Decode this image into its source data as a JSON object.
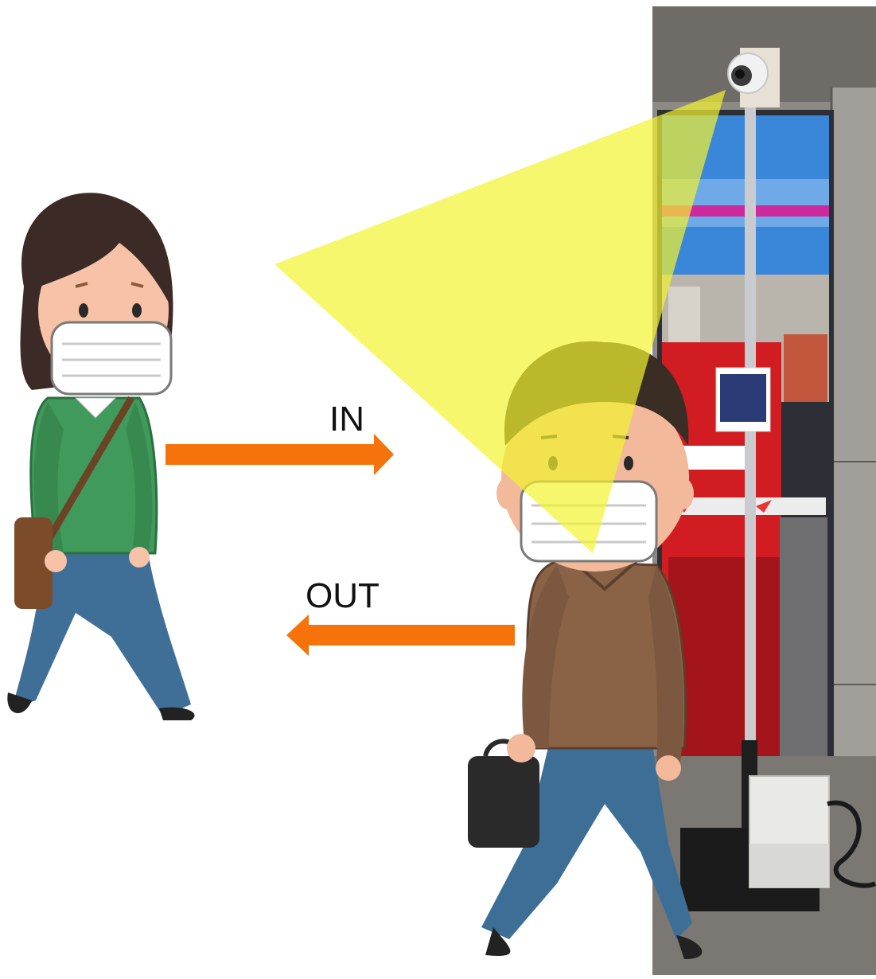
{
  "diagram": {
    "flow_labels": {
      "in": "IN",
      "out": "OUT"
    },
    "colors": {
      "arrow": "#f5730a",
      "camera_view_cone": "#f4f430",
      "background": "#ffffff"
    },
    "elements": {
      "left_person": "woman-with-mask-walking-icon",
      "right_person": "man-with-mask-walking-icon",
      "device": "counting-camera-pole-photo",
      "field_of_view": "camera-field-of-view-cone"
    }
  }
}
